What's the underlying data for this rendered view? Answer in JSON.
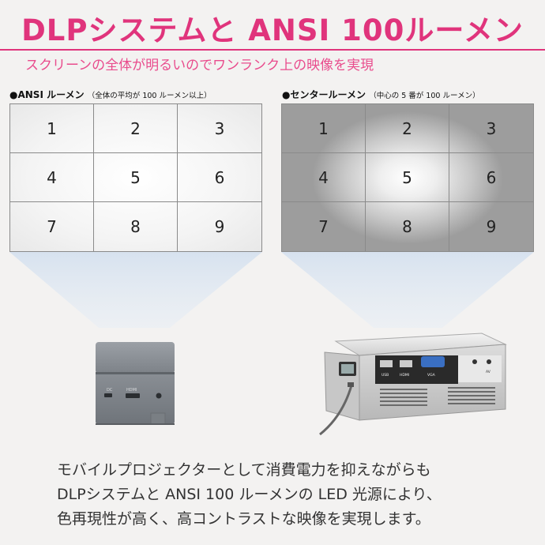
{
  "header": {
    "title": "DLPシステムと ANSI 100ルーメン",
    "subtitle": "スクリーンの全体が明るいのでワンランク上の映像を実現"
  },
  "panels": {
    "left": {
      "label": "●ANSI ルーメン",
      "label_note": "（全体の平均が 100 ルーメン以上）",
      "cells": [
        "1",
        "2",
        "3",
        "4",
        "5",
        "6",
        "7",
        "8",
        "9"
      ]
    },
    "right": {
      "label": "●センタールーメン",
      "label_note": "（中心の 5 番が 100 ルーメン）",
      "cells": [
        "1",
        "2",
        "3",
        "4",
        "5",
        "6",
        "7",
        "8",
        "9"
      ]
    }
  },
  "devices": {
    "cube_ports": [
      "DC",
      "HDMI"
    ],
    "projector_ports": [
      "USB",
      "HDMI",
      "VGA",
      "AV"
    ]
  },
  "description": {
    "line1": "モバイルプロジェクターとして消費電力を抑えながらも",
    "line2": "DLPシステムと ANSI 100 ルーメンの LED 光源により、",
    "line3": "色再現性が高く、高コントラストな映像を実現します。"
  },
  "colors": {
    "accent": "#e0347c",
    "subtitle": "#e94c8d"
  }
}
